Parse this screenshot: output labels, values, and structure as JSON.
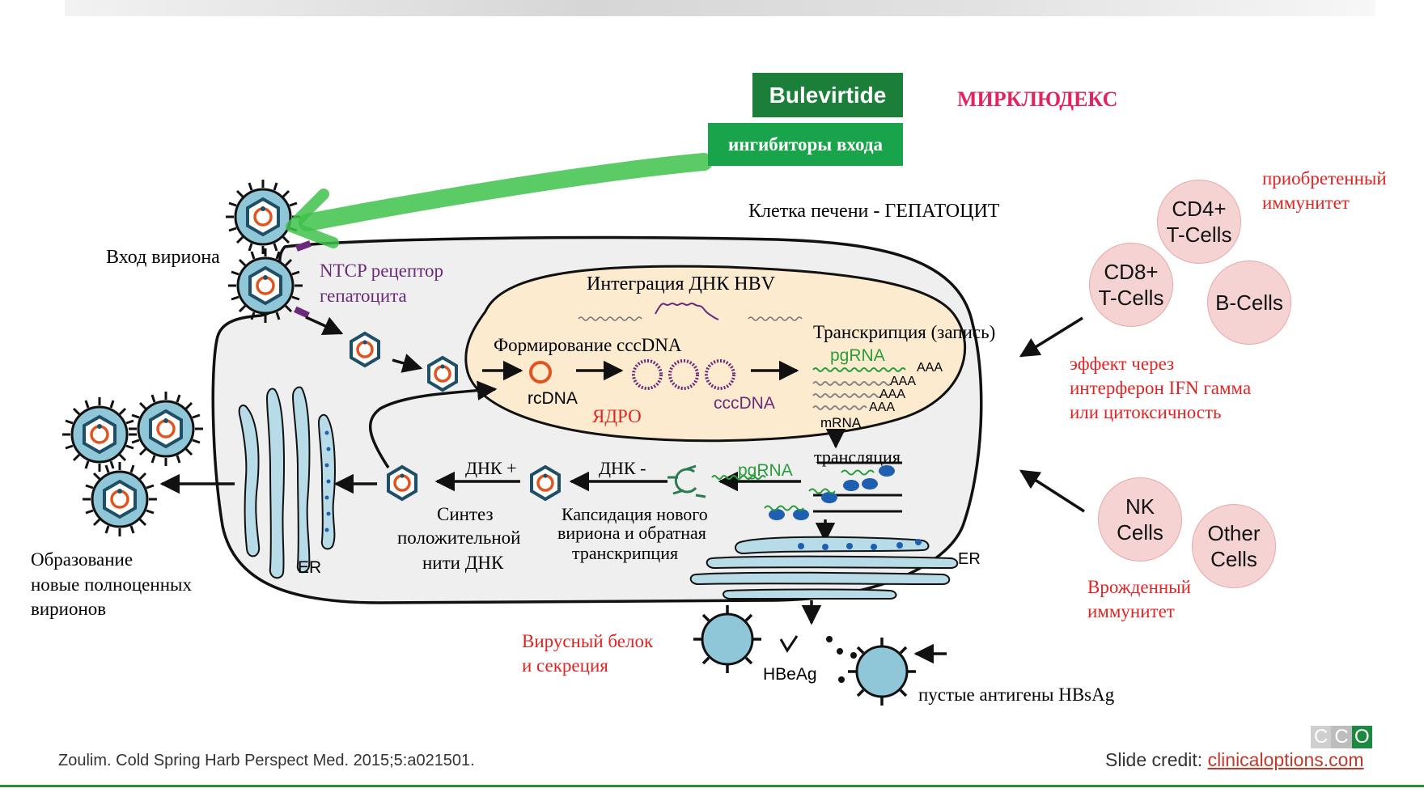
{
  "header": {
    "bulevirtide_label": "Bulevirtide",
    "entry_inhibitors_label": "ингибиторы входа",
    "brand_title": "МИРКЛЮДЕКС"
  },
  "diagram": {
    "hepatocyte_label": "Клетка печени - ГЕПАТОЦИТ",
    "virion_entry_label": "Вход вириона",
    "ntcp_label_line1": "NTCP рецептор",
    "ntcp_label_line2": "гепатоцита",
    "integration_label": "Интеграция ДНК HBV",
    "cccdna_formation_label": "Формирование cccDNA",
    "rcdna_label": "rcDNA",
    "nucleus_label": "ЯДРО",
    "cccdna_label": "cccDNA",
    "transcription_label": "Транскрипция (запись)",
    "pgrna_label": "pgRNA",
    "aaa_labels": [
      "AAA",
      "AAA",
      "AAA",
      "AAA"
    ],
    "mrna_label": "mRNA",
    "translation_label": "трансляция",
    "pgrna_label2": "pgRNA",
    "dna_minus_label": "ДНК -",
    "dna_plus_label": "ДНК +",
    "encapsidation_line1": "Капсидация нового",
    "encapsidation_line2": "вириона и обратная",
    "encapsidation_line3": "транскрипция",
    "synthesis_line1": "Синтез",
    "synthesis_line2": "положительной",
    "synthesis_line3": "нити ДНК",
    "er_label_left": "ER",
    "er_label_right": "ER",
    "formation_line1": "Образование",
    "formation_line2": "новые полноценных",
    "formation_line3": "вирионов",
    "secretion_line1": "Вирусный белок",
    "secretion_line2": "и секреция",
    "hbeag_label": "HBeAg",
    "hbsag_label": "пустые антигены HBsAg"
  },
  "immunity": {
    "acquired_line1": "приобретенный",
    "acquired_line2": "иммунитет",
    "cd4_line1": "CD4+",
    "cd4_line2": "T-Cells",
    "cd8_line1": "CD8+",
    "cd8_line2": "T-Cells",
    "bcells": "B-Cells",
    "effect_line1": "эффект через",
    "effect_line2": "интерферон IFN гамма",
    "effect_line3": "или цитоксичность",
    "nk_line1": "NK",
    "nk_line2": "Cells",
    "other_line1": "Other",
    "other_line2": "Cells",
    "innate_line1": "Врожденный",
    "innate_line2": "иммунитет"
  },
  "footer": {
    "citation": "Zoulim. Cold Spring Harb Perspect Med. 2015;5:a021501.",
    "credit_prefix": "Slide credit: ",
    "credit_link": "clinicaloptions.com",
    "logo_letters": [
      "C",
      "C",
      "O"
    ]
  },
  "colors": {
    "green_dark": "#1b7f3a",
    "green_bright": "#19a34a",
    "red_text": "#e02424",
    "nucleus_fill": "#fdebcf",
    "cell_fill": "#efefef",
    "virion_blue": "#8fc6d8"
  }
}
